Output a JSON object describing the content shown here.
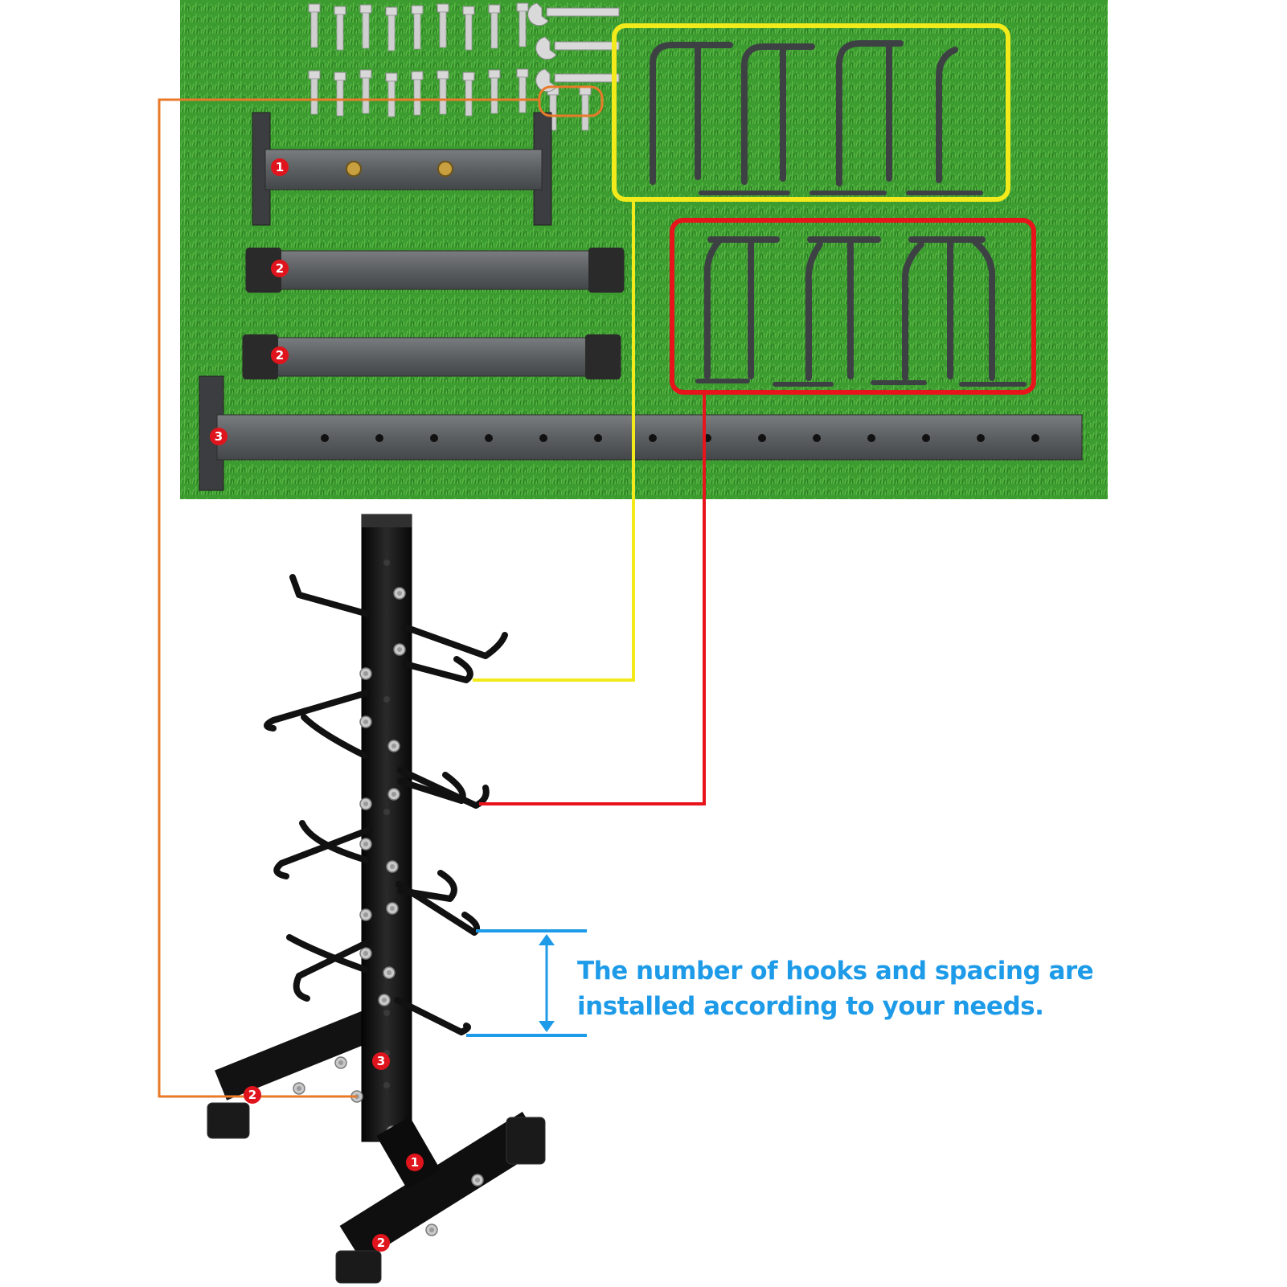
{
  "note": {
    "line1": "The number of hooks and spacing are",
    "line2": "installed according to your needs."
  },
  "badges": {
    "part1": "1",
    "part2": "2",
    "part3": "3"
  },
  "colors": {
    "grass": "#3a9a2e",
    "metal": "#5a5d60",
    "rack": "#111111",
    "badge": "#e0141c",
    "yellow_callout": "#f2ea1a",
    "red_callout": "#e8141c",
    "orange_callout": "#e87a2a",
    "blue_callout": "#1e9be8"
  },
  "icons": [
    "bolt-icon",
    "wrench-icon",
    "hook-icon",
    "number-badge-icon"
  ]
}
